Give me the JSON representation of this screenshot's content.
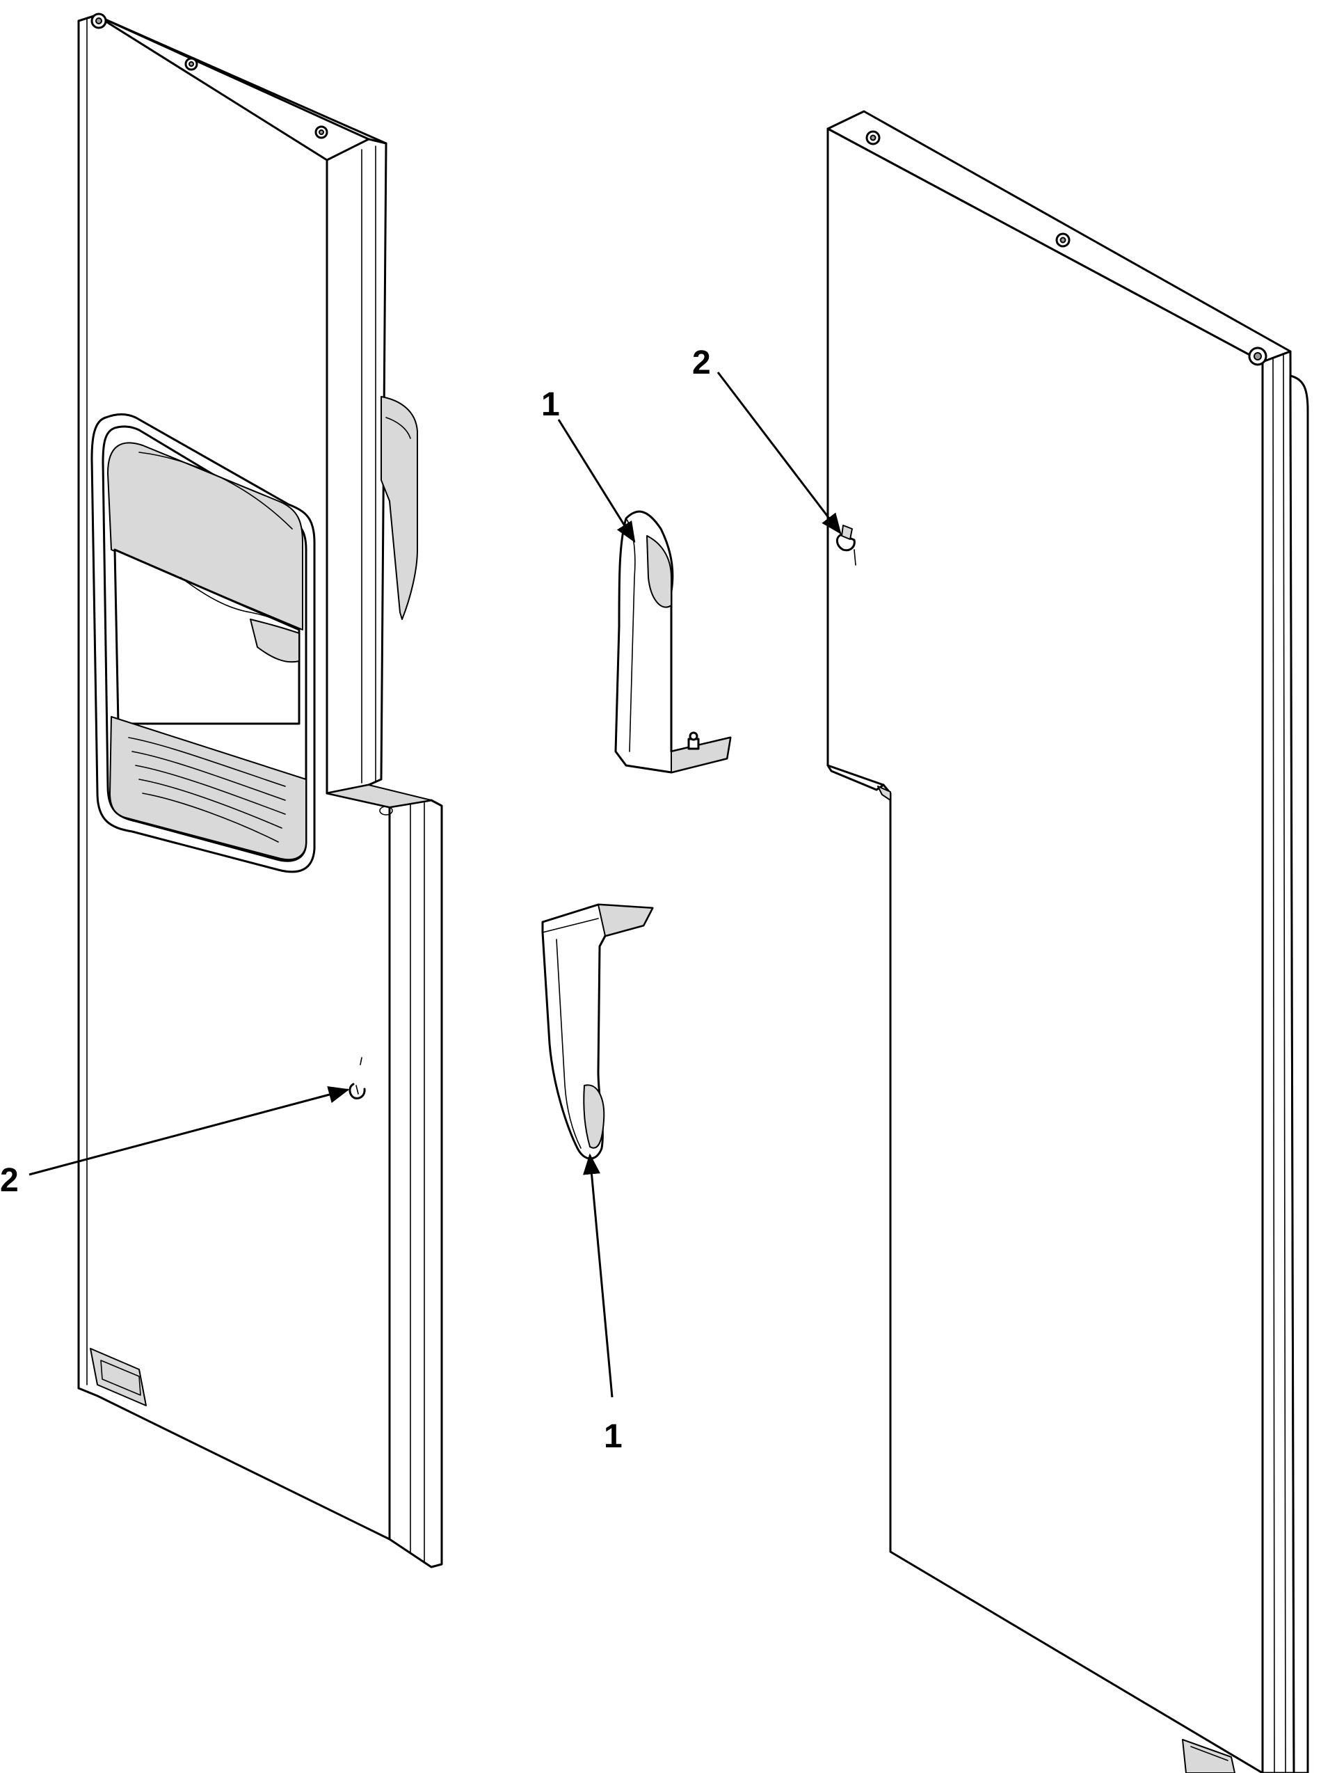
{
  "callouts": [
    {
      "id": "handle-freezer",
      "label": "1"
    },
    {
      "id": "handle-fresh-food",
      "label": "1"
    },
    {
      "id": "hinge-cam-freezer",
      "label": "2"
    },
    {
      "id": "hinge-cam-fresh-food",
      "label": "2"
    }
  ],
  "colors": {
    "line": "#000000",
    "background": "#ffffff",
    "shade": "#d9d9d9"
  }
}
